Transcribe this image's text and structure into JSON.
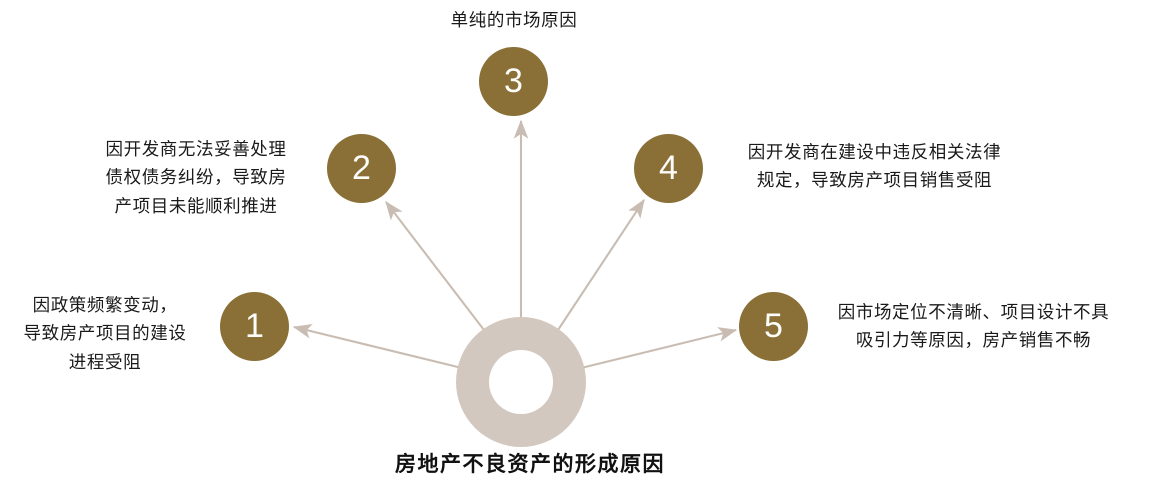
{
  "diagram": {
    "title": "房地产不良资产的形成原因",
    "hub": {
      "shape": "donut",
      "fill": "#d3c8bf",
      "hole_fill": "#ffffff"
    },
    "node_fill": "#8a7036",
    "node_text_color": "#ffffff",
    "connector_color": "#c9bdb3",
    "nodes": [
      {
        "number": "1",
        "caption": "因政策频繁变动，\n导致房产项目的建设\n进程受阻"
      },
      {
        "number": "2",
        "caption": "因开发商无法妥善处理\n债权债务纠纷，导致房\n产项目未能顺利推进"
      },
      {
        "number": "3",
        "caption": "单纯的市场原因"
      },
      {
        "number": "4",
        "caption": "因开发商在建设中违反相关法律\n规定，导致房产项目销售受阻"
      },
      {
        "number": "5",
        "caption": "因市场定位不清晰、项目设计不具\n吸引力等原因，房产销售不畅"
      }
    ]
  }
}
